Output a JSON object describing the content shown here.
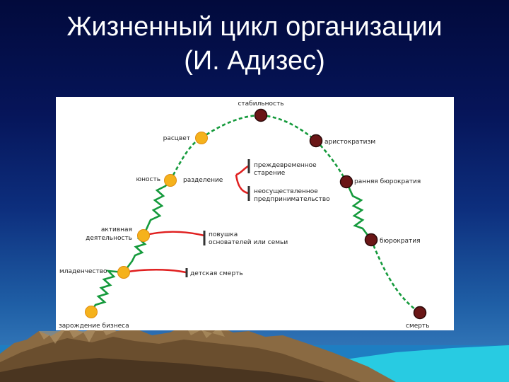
{
  "slide": {
    "title_line1": "Жизненный цикл организации",
    "title_line2": "(И. Адизес)"
  },
  "colors": {
    "background_top": "#020a3c",
    "background_bottom": "#3f86c4",
    "curve": "#159a3c",
    "growth_stage": "#f5b21c",
    "decline_stage": "#6a1616",
    "trap_arrow": "#e02020",
    "trap_bar": "#333333"
  },
  "diagram": {
    "growth_stages": {
      "birth": "зарождение бизнеса",
      "infancy": "младенчество",
      "active_1": "активная",
      "active_2": "деятельность",
      "youth": "юность",
      "bloom": "расцвет"
    },
    "decline_stages": {
      "stability": "стабильность",
      "aristocracy": "аристократизм",
      "early_bureaucracy": "ранняя бюрократия",
      "bureaucracy": "бюрократия",
      "death": "смерть"
    },
    "traps": {
      "separation": "разделение",
      "premature_aging_1": "преждевременное",
      "premature_aging_2": "старение",
      "unrealized_1": "неосуществленное",
      "unrealized_2": "предпринимательство",
      "founder_trap_1": "повушка",
      "founder_trap_2": "основателей или семьи",
      "infant_death": "детская смерть"
    }
  }
}
